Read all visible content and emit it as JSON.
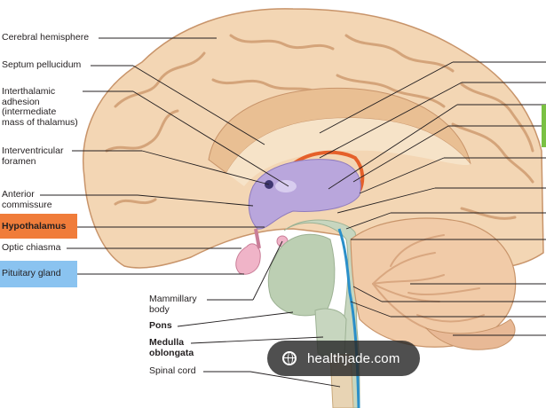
{
  "labels": {
    "cerebral_hemisphere": "Cerebral hemisphere",
    "septum_pellucidum": "Septum pellucidum",
    "interthalamic_adhesion": "Interthalamic\nadhesion\n(intermediate\nmass of thalamus)",
    "interventricular_foramen": "Interventricular\nforamen",
    "anterior_commissure": "Anterior\ncommissure",
    "hypothalamus": "Hypothalamus",
    "optic_chiasma": "Optic chiasma",
    "pituitary_gland": "Pituitary gland",
    "mammillary_body": "Mammillary\nbody",
    "pons": "Pons",
    "medulla_oblongata": "Medulla\noblongata",
    "spinal_cord": "Spinal cord"
  },
  "watermark": {
    "text": "healthjade.com",
    "icon": "globe-icon"
  },
  "colors": {
    "hypothalamus_highlight": "#f07c3a",
    "pituitary_highlight": "#8ac3f0",
    "cerebrum": "#f3d6b4",
    "thalamus": "#b9a6dc",
    "brainstem": "#c7d6bf",
    "cerebellum": "#f1cba8",
    "ventricle": "#2a8fc9"
  }
}
